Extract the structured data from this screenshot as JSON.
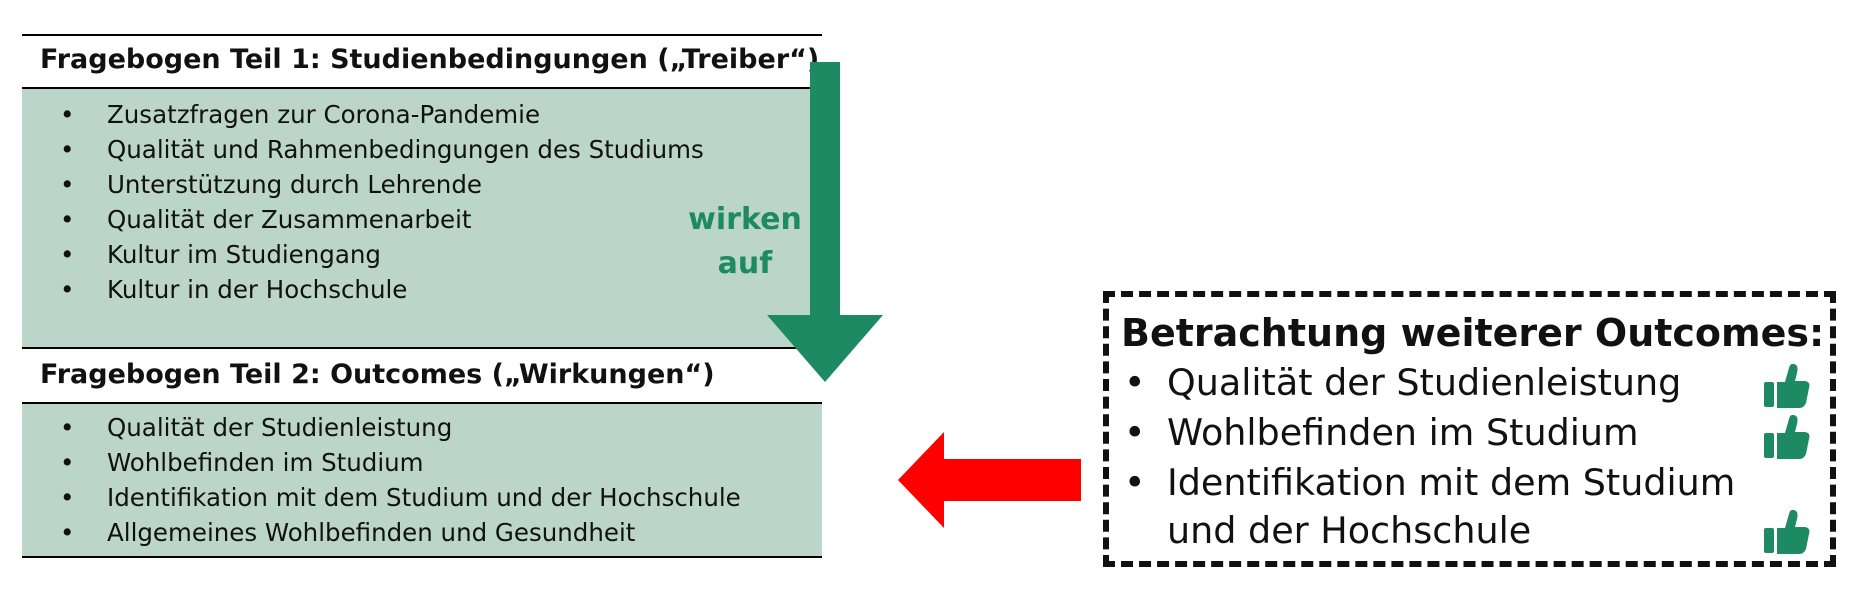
{
  "part1": {
    "heading": "Fragebogen Teil 1: Studienbedingungen („Treiber“)",
    "items": [
      "Zusatzfragen zur Corona-Pandemie",
      "Qualität und Rahmenbedingungen des Studiums",
      "Unterstützung durch Lehrende",
      "Qualität der Zusammenarbeit",
      "Kultur im Studiengang",
      "Kultur in der Hochschule"
    ]
  },
  "arrow_label": {
    "line1": "wirken",
    "line2": "auf"
  },
  "part2": {
    "heading": "Fragebogen Teil 2: Outcomes („Wirkungen“)",
    "items": [
      "Qualität der Studienleistung",
      "Wohlbefinden im Studium",
      "Identifikation mit dem Studium und der Hochschule",
      "Allgemeines Wohlbefinden und Gesundheit"
    ]
  },
  "outcomes": {
    "title": "Betrachtung weiterer Outcomes:",
    "items": [
      {
        "text": "Qualität der Studienleistung",
        "icon": "thumbs-up-icon"
      },
      {
        "text": "Wohlbefinden im Studium",
        "icon": "thumbs-up-icon"
      },
      {
        "line1": "Identifikation mit dem Studium",
        "line2": "und der Hochschule",
        "icon": "thumbs-up-icon"
      }
    ]
  },
  "bullet": "•",
  "colors": {
    "panel": "#bcd5cb",
    "green_arrow": "#1d8a63",
    "red_arrow": "#ff0000",
    "thumb": "#1d8a63"
  }
}
